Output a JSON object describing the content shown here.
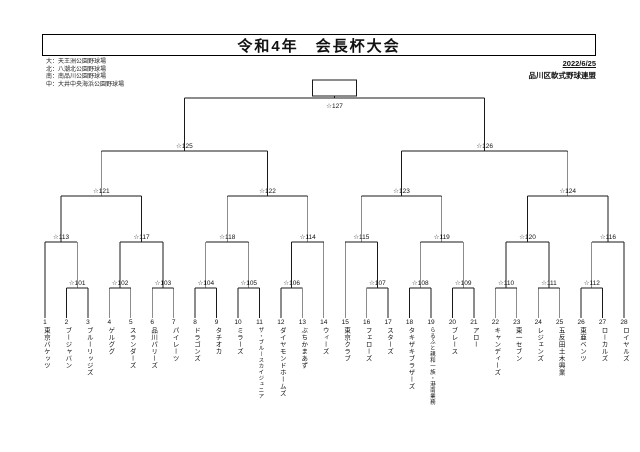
{
  "header": {
    "title": "令和4年　会長杯大会",
    "date": "2022/6/25",
    "organization": "品川区軟式野球連盟",
    "venues": [
      "大：天王洲公園野球場",
      "北：八潮北公園野球場",
      "南：南品川公園野球場",
      "中：大井中央海浜公園野球場"
    ]
  },
  "bracket": {
    "teams": [
      {
        "no": 1,
        "name": "東京バケッツ"
      },
      {
        "no": 2,
        "name": "ブージャバン"
      },
      {
        "no": 3,
        "name": "ブルーリッジズ"
      },
      {
        "no": 4,
        "name": "ゲルググ"
      },
      {
        "no": 5,
        "name": "スランダーズ"
      },
      {
        "no": 6,
        "name": "品川パリーズ"
      },
      {
        "no": 7,
        "name": "パイレーツ"
      },
      {
        "no": 8,
        "name": "ドラゴンズ"
      },
      {
        "no": 9,
        "name": "タチオカ"
      },
      {
        "no": 10,
        "name": "ミラーズ"
      },
      {
        "no": 11,
        "name": "ザ・ブルースカイジュニア"
      },
      {
        "no": 12,
        "name": "ダイヤモンドホームズ"
      },
      {
        "no": 13,
        "name": "ぶちかまあず"
      },
      {
        "no": 14,
        "name": "ウィーズ"
      },
      {
        "no": 15,
        "name": "東京クラブ"
      },
      {
        "no": 16,
        "name": "フェローズ"
      },
      {
        "no": 17,
        "name": "スターズ"
      },
      {
        "no": 18,
        "name": "タキザキブラザーズ"
      },
      {
        "no": 19,
        "name": "らるふと親和一族・港南業務"
      },
      {
        "no": 20,
        "name": "ブレース"
      },
      {
        "no": 21,
        "name": "アロー"
      },
      {
        "no": 22,
        "name": "キャンディーズ"
      },
      {
        "no": 23,
        "name": "東一セブン"
      },
      {
        "no": 24,
        "name": "レジェンズ"
      },
      {
        "no": 25,
        "name": "五反田土木興業"
      },
      {
        "no": 26,
        "name": "東亜ベンツ"
      },
      {
        "no": 27,
        "name": "ローカルズ"
      },
      {
        "no": 28,
        "name": "ロイヤルズ"
      }
    ],
    "bye_teams": [
      1,
      14,
      15,
      28
    ],
    "rounds": {
      "round1": [
        {
          "label": "☆101",
          "slots": [
            "T2",
            "T3"
          ]
        },
        {
          "label": "☆102",
          "slots": [
            "T4",
            "T5"
          ]
        },
        {
          "label": "☆103",
          "slots": [
            "T6",
            "T7"
          ]
        },
        {
          "label": "☆104",
          "slots": [
            "T8",
            "T9"
          ]
        },
        {
          "label": "☆105",
          "slots": [
            "T10",
            "T11"
          ]
        },
        {
          "label": "☆106",
          "slots": [
            "T12",
            "T13"
          ]
        },
        {
          "label": "☆107",
          "slots": [
            "T16",
            "T17"
          ]
        },
        {
          "label": "☆108",
          "slots": [
            "T18",
            "T19"
          ]
        },
        {
          "label": "☆109",
          "slots": [
            "T20",
            "T21"
          ]
        },
        {
          "label": "☆110",
          "slots": [
            "T22",
            "T23"
          ]
        },
        {
          "label": "☆111",
          "slots": [
            "T24",
            "T25"
          ]
        },
        {
          "label": "☆112",
          "slots": [
            "T26",
            "T27"
          ]
        }
      ],
      "round2": [
        {
          "label": "☆113",
          "slots": [
            "T1",
            "☆101"
          ]
        },
        {
          "label": "☆117",
          "slots": [
            "☆102",
            "☆103"
          ]
        },
        {
          "label": "☆118",
          "slots": [
            "☆104",
            "☆105"
          ]
        },
        {
          "label": "☆114",
          "slots": [
            "☆106",
            "T14"
          ]
        },
        {
          "label": "☆115",
          "slots": [
            "T15",
            "☆107"
          ]
        },
        {
          "label": "☆119",
          "slots": [
            "☆108",
            "☆109"
          ]
        },
        {
          "label": "☆120",
          "slots": [
            "☆110",
            "☆111"
          ]
        },
        {
          "label": "☆116",
          "slots": [
            "☆112",
            "T28"
          ]
        }
      ],
      "round3": [
        {
          "label": "☆121",
          "slots": [
            "☆113",
            "☆117"
          ]
        },
        {
          "label": "☆122",
          "slots": [
            "☆118",
            "☆114"
          ]
        },
        {
          "label": "☆123",
          "slots": [
            "☆115",
            "☆119"
          ]
        },
        {
          "label": "☆124",
          "slots": [
            "☆120",
            "☆116"
          ]
        }
      ],
      "round4": [
        {
          "label": "☆125",
          "slots": [
            "☆121",
            "☆122"
          ]
        },
        {
          "label": "☆126",
          "slots": [
            "☆123",
            "☆124"
          ]
        }
      ],
      "final": {
        "label": "☆127",
        "slots": [
          "☆125",
          "☆126"
        ]
      }
    }
  }
}
